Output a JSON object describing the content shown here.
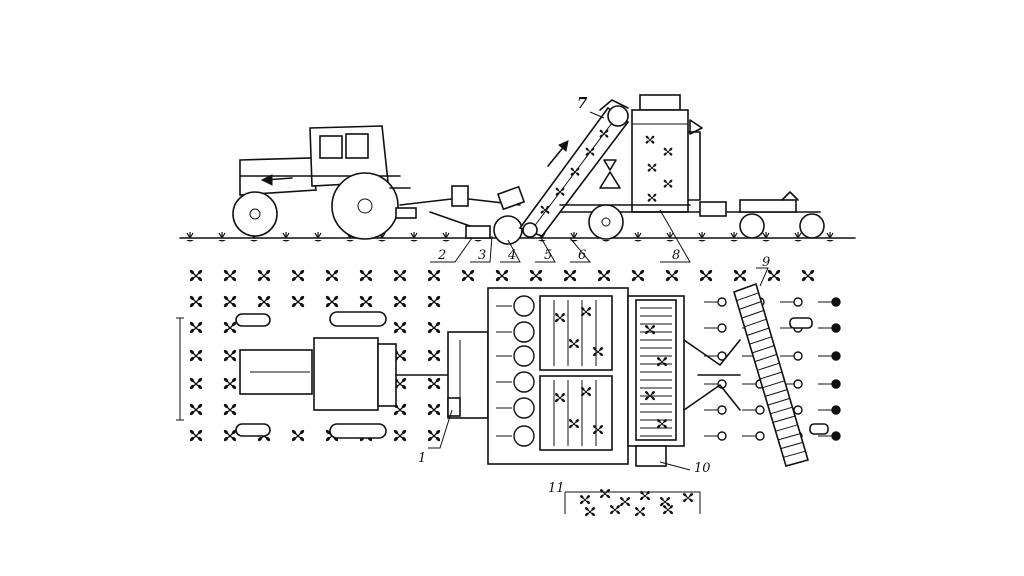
{
  "diagram": {
    "callouts": {
      "c1": "1",
      "c2": "2",
      "c3": "3",
      "c4": "4",
      "c5": "5",
      "c6": "6",
      "c7": "7",
      "c8": "8",
      "c9": "9",
      "c10": "10",
      "c11": "11"
    },
    "icons": {
      "plant": "plant-icon",
      "tuber": "tuber-dot-icon",
      "arrow": "direction-arrow-icon"
    },
    "colors": {
      "ink": "#111111",
      "paper": "#ffffff"
    }
  }
}
